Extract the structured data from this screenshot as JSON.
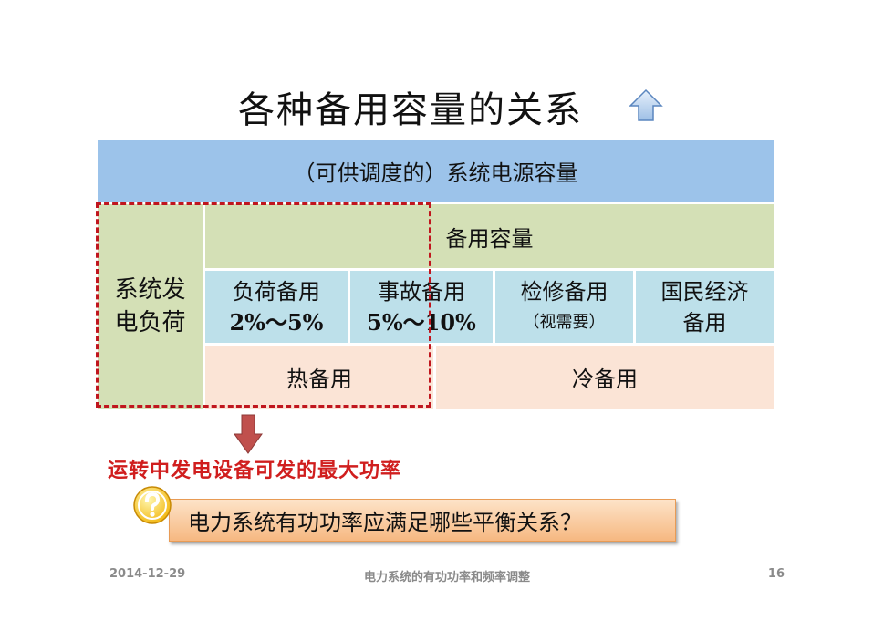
{
  "slide": {
    "title": "各种备用容量的关系",
    "table": {
      "top_header": "（可供调度的）系统电源容量",
      "generation_load_line1": "系统发",
      "generation_load_line2": "电负荷",
      "reserve_capacity": "备用容量",
      "sub_reserves": [
        {
          "name": "负荷备用",
          "detail": "2%～5%"
        },
        {
          "name": "事故备用",
          "detail": "5%～10%"
        },
        {
          "name": "检修备用",
          "detail": "（视需要）"
        },
        {
          "name": "国民经济",
          "detail": "备用"
        }
      ],
      "hot_reserve": "热备用",
      "cold_reserve": "冷备用"
    },
    "red_note": "运转中发电设备可发的最大功率",
    "question": "电力系统有功功率应满足哪些平衡关系？"
  },
  "footer": {
    "date": "2014-12-29",
    "course": "电力系统的有功功率和频率调整",
    "page": "16"
  },
  "icons": {
    "up": "up-arrow-icon",
    "down": "down-arrow-icon",
    "question": "question-mark-icon"
  },
  "colors": {
    "header_blue": "#9cc3ea",
    "green": "#d4e0b6",
    "light_blue": "#bde0ea",
    "peach": "#fbe4d6",
    "dashed_red": "#c0161e",
    "note_red": "#d01e1e"
  }
}
